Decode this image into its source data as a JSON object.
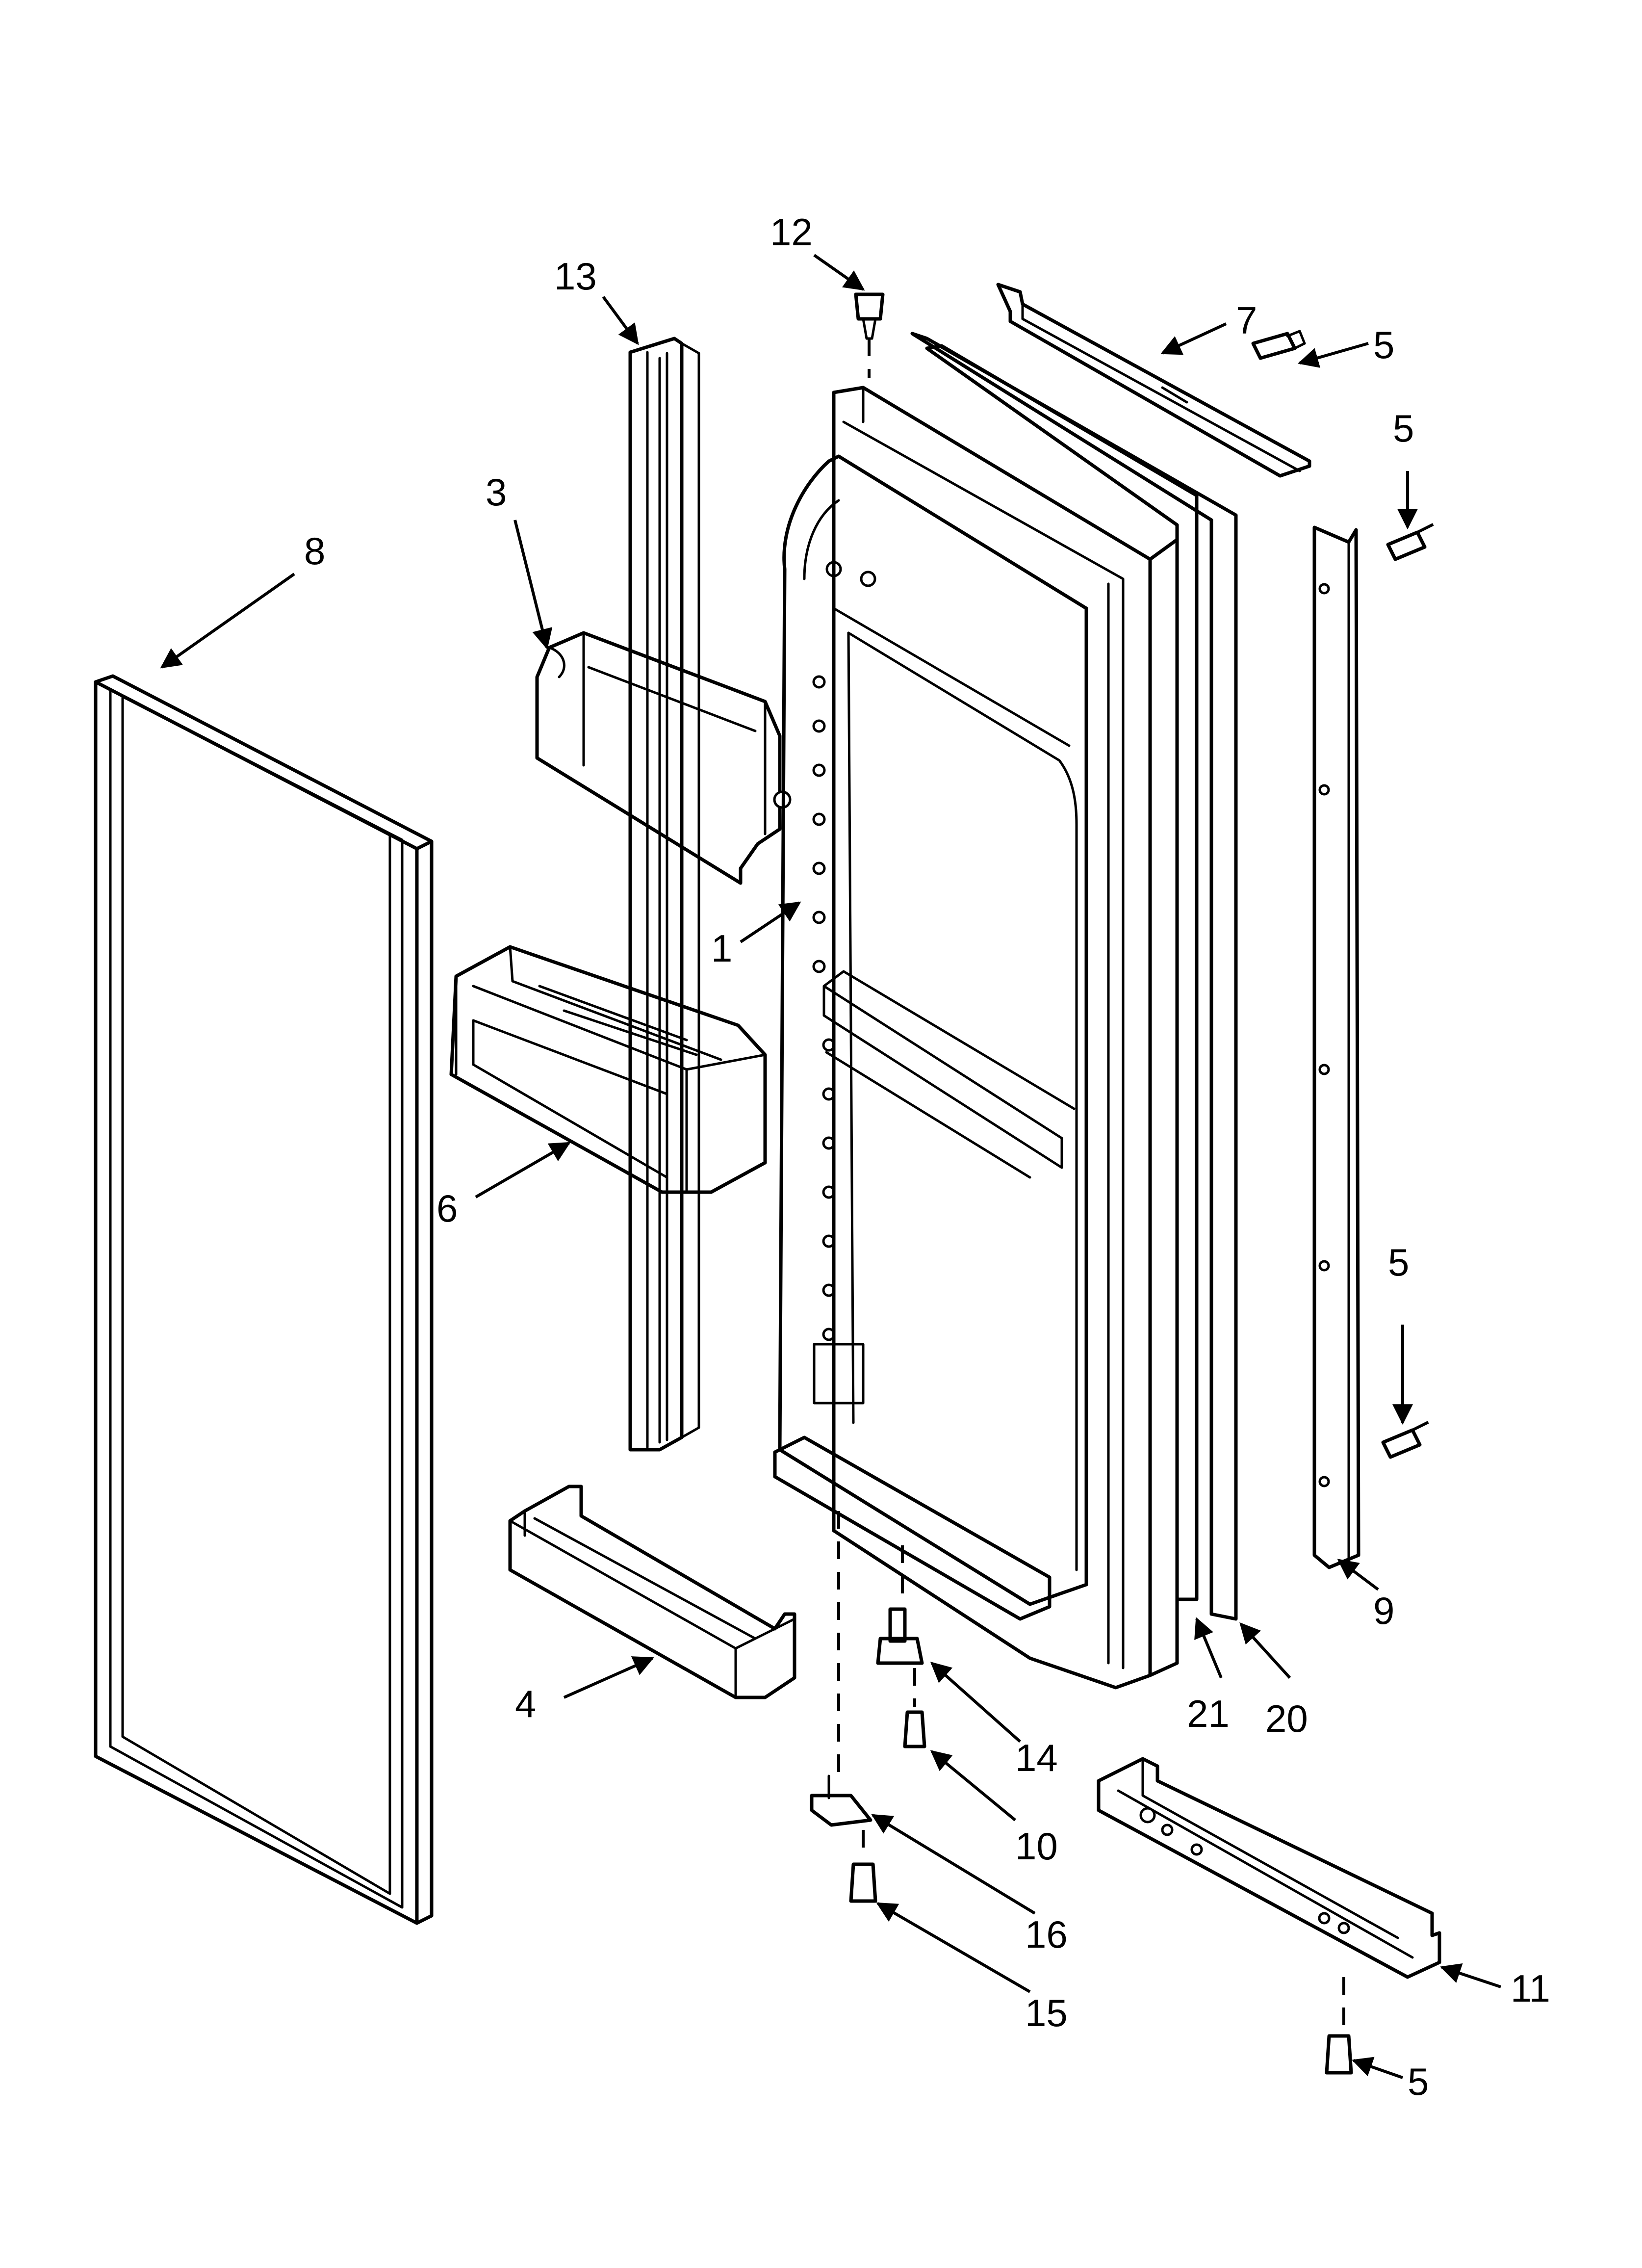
{
  "diagram": {
    "type": "exploded-parts-view",
    "callouts": [
      {
        "id": "c12",
        "label": "12"
      },
      {
        "id": "c13",
        "label": "13"
      },
      {
        "id": "c7",
        "label": "7"
      },
      {
        "id": "c5a",
        "label": "5"
      },
      {
        "id": "c5b",
        "label": "5"
      },
      {
        "id": "c3",
        "label": "3"
      },
      {
        "id": "c8",
        "label": "8"
      },
      {
        "id": "c1",
        "label": "1"
      },
      {
        "id": "c6",
        "label": "6"
      },
      {
        "id": "c5c",
        "label": "5"
      },
      {
        "id": "c9",
        "label": "9"
      },
      {
        "id": "c4",
        "label": "4"
      },
      {
        "id": "c21",
        "label": "21"
      },
      {
        "id": "c20",
        "label": "20"
      },
      {
        "id": "c14",
        "label": "14"
      },
      {
        "id": "c10",
        "label": "10"
      },
      {
        "id": "c16",
        "label": "16"
      },
      {
        "id": "c11",
        "label": "11"
      },
      {
        "id": "c15",
        "label": "15"
      },
      {
        "id": "c5d",
        "label": "5"
      }
    ]
  }
}
